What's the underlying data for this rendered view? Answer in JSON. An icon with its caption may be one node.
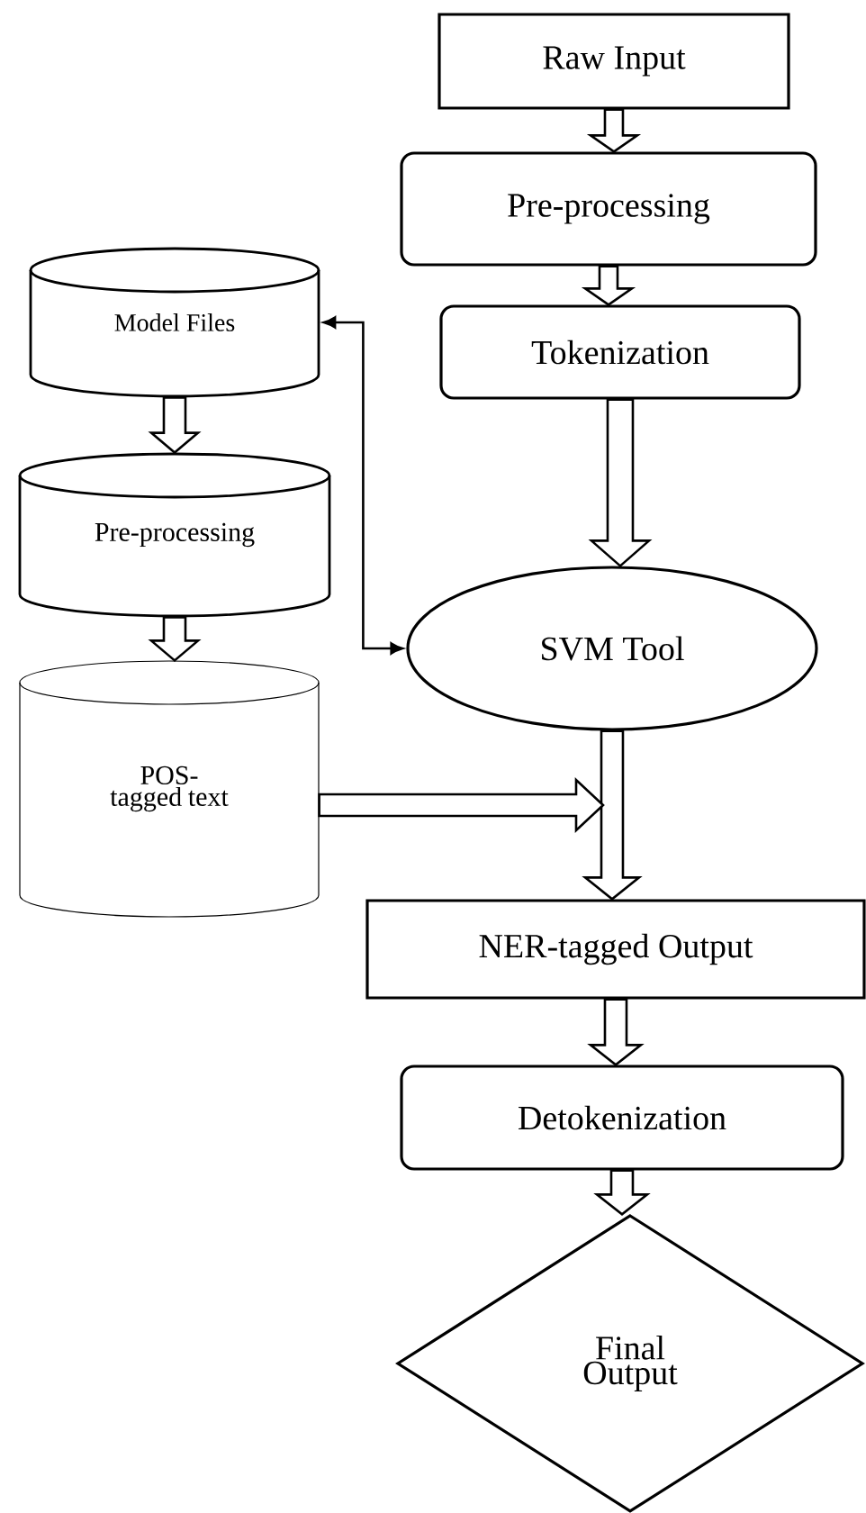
{
  "diagram": {
    "nodes": [
      {
        "text": [
          "Raw Input"
        ]
      },
      {
        "text": [
          "Pre-processing"
        ]
      },
      {
        "text": [
          "Tokenization"
        ]
      },
      {
        "text": [
          "Model Files"
        ]
      },
      {
        "text": [
          "Pre-processing"
        ]
      },
      {
        "text": [
          "POS-tagged text"
        ]
      },
      {
        "text": [
          "SVM Tool"
        ]
      },
      {
        "text": [
          "NER-tagged Output"
        ]
      },
      {
        "text": [
          "Detokenization"
        ]
      },
      {
        "text": [
          "Final Output"
        ]
      }
    ],
    "edges": [
      {
        "from": 0,
        "to": 1,
        "arrow": "to"
      },
      {
        "from": 1,
        "to": 2,
        "arrow": "to"
      },
      {
        "from": 2,
        "to": 6,
        "arrow": "to"
      },
      {
        "from": 3,
        "to": 4,
        "arrow": "to"
      },
      {
        "from": 4,
        "to": 5,
        "arrow": "to"
      },
      {
        "from": 3,
        "to": 6,
        "arrow": "both"
      },
      {
        "from": 6,
        "to": 7,
        "arrow": "to"
      },
      {
        "from": 5,
        "to": 7,
        "arrow": "to"
      },
      {
        "from": 7,
        "to": 8,
        "arrow": "to"
      },
      {
        "from": 8,
        "to": 9,
        "arrow": "to"
      }
    ]
  }
}
